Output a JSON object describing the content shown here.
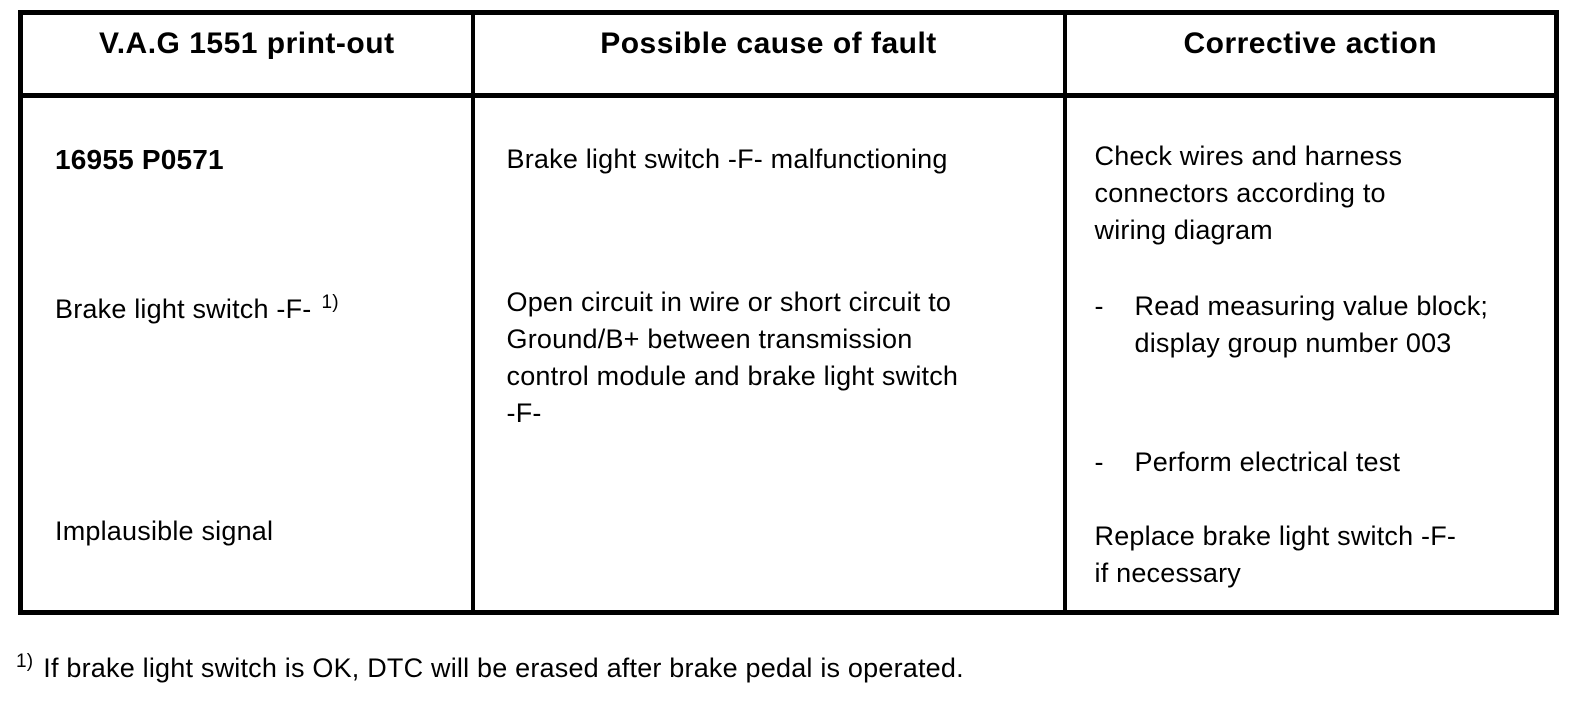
{
  "table": {
    "columns": [
      {
        "header": "V.A.G 1551 print-out"
      },
      {
        "header": "Possible cause of fault"
      },
      {
        "header": "Corrective action"
      }
    ],
    "printout": {
      "dtc_code": "16955 P0571",
      "component": "Brake light switch -F-",
      "component_footnote_marker": "1)",
      "symptom": "Implausible signal"
    },
    "possible_cause": {
      "cause_1": "Brake light switch -F- malfunctioning",
      "cause_2": "Open circuit in wire or short circuit to\nGround/B+ between transmission\ncontrol module and brake light switch\n-F-"
    },
    "corrective_action": {
      "action_1": "Check wires and harness\nconnectors according to\nwiring diagram",
      "bullets": [
        {
          "dash": "-",
          "text": "Read measuring value block;\ndisplay group number 003"
        },
        {
          "dash": "-",
          "text": "Perform electrical test"
        }
      ],
      "action_2": "Replace brake light switch -F-\nif necessary"
    }
  },
  "footnote": {
    "marker": "1)",
    "text": "If brake light switch is OK, DTC will be erased after brake pedal is operated."
  }
}
